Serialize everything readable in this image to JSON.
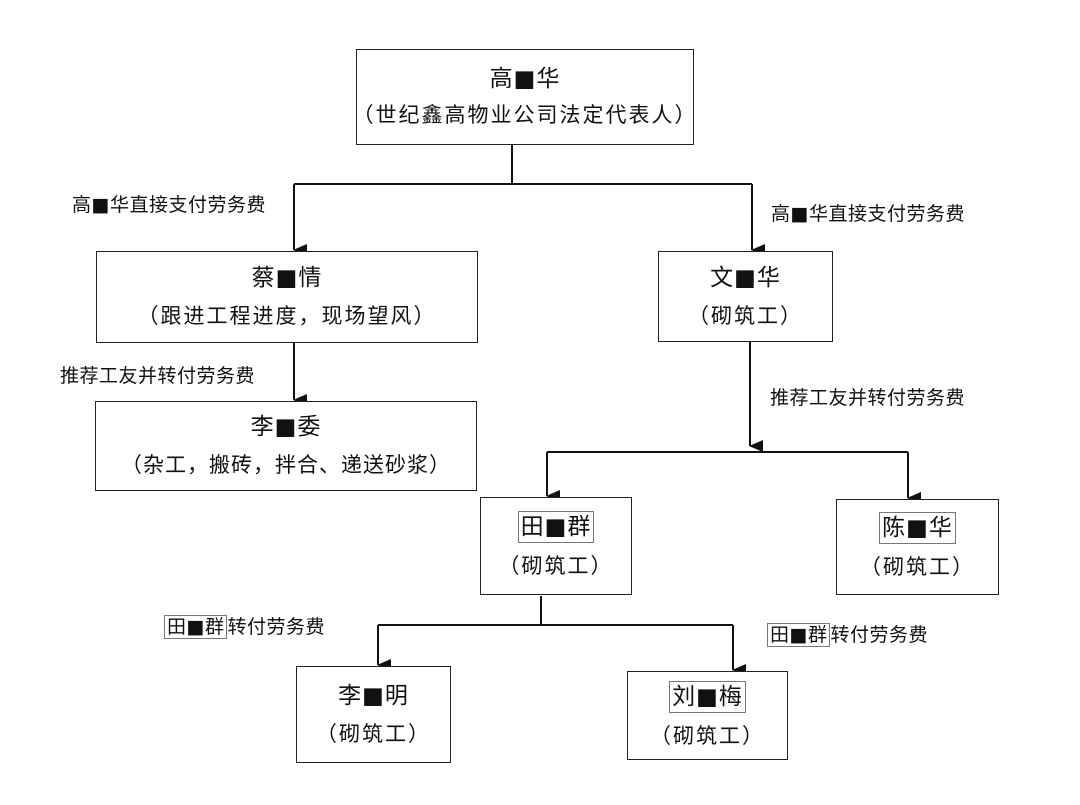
{
  "nodes": {
    "root": {
      "name": "高■华",
      "role": "（世纪鑫高物业公司法定代表人）"
    },
    "cai": {
      "name": "蔡■情",
      "role": "（跟进工程进度，现场望风）"
    },
    "wen": {
      "name": "文■华",
      "role": "（砌筑工）"
    },
    "li_wei": {
      "name": "李■委",
      "role": "（杂工，搬砖，拌合、递送砂浆）"
    },
    "tian": {
      "name": "田■群",
      "role": "（砌筑工）"
    },
    "chen": {
      "name": "陈■华",
      "role": "（砌筑工）"
    },
    "li_ming": {
      "name": "李■明",
      "role": "（砌筑工）"
    },
    "liu": {
      "name": "刘■梅",
      "role": "（砌筑工）"
    }
  },
  "edge_labels": {
    "root_to_cai": "高■华直接支付劳务费",
    "root_to_wen": "高■华直接支付劳务费",
    "cai_to_li": "推荐工友并转付劳务费",
    "wen_to_team": "推荐工友并转付劳务费",
    "tian_to_li_prefix": "田■群",
    "tian_to_li_suffix": "转付劳务费",
    "tian_to_liu_prefix": "田■群",
    "tian_to_liu_suffix": "转付劳务费"
  }
}
